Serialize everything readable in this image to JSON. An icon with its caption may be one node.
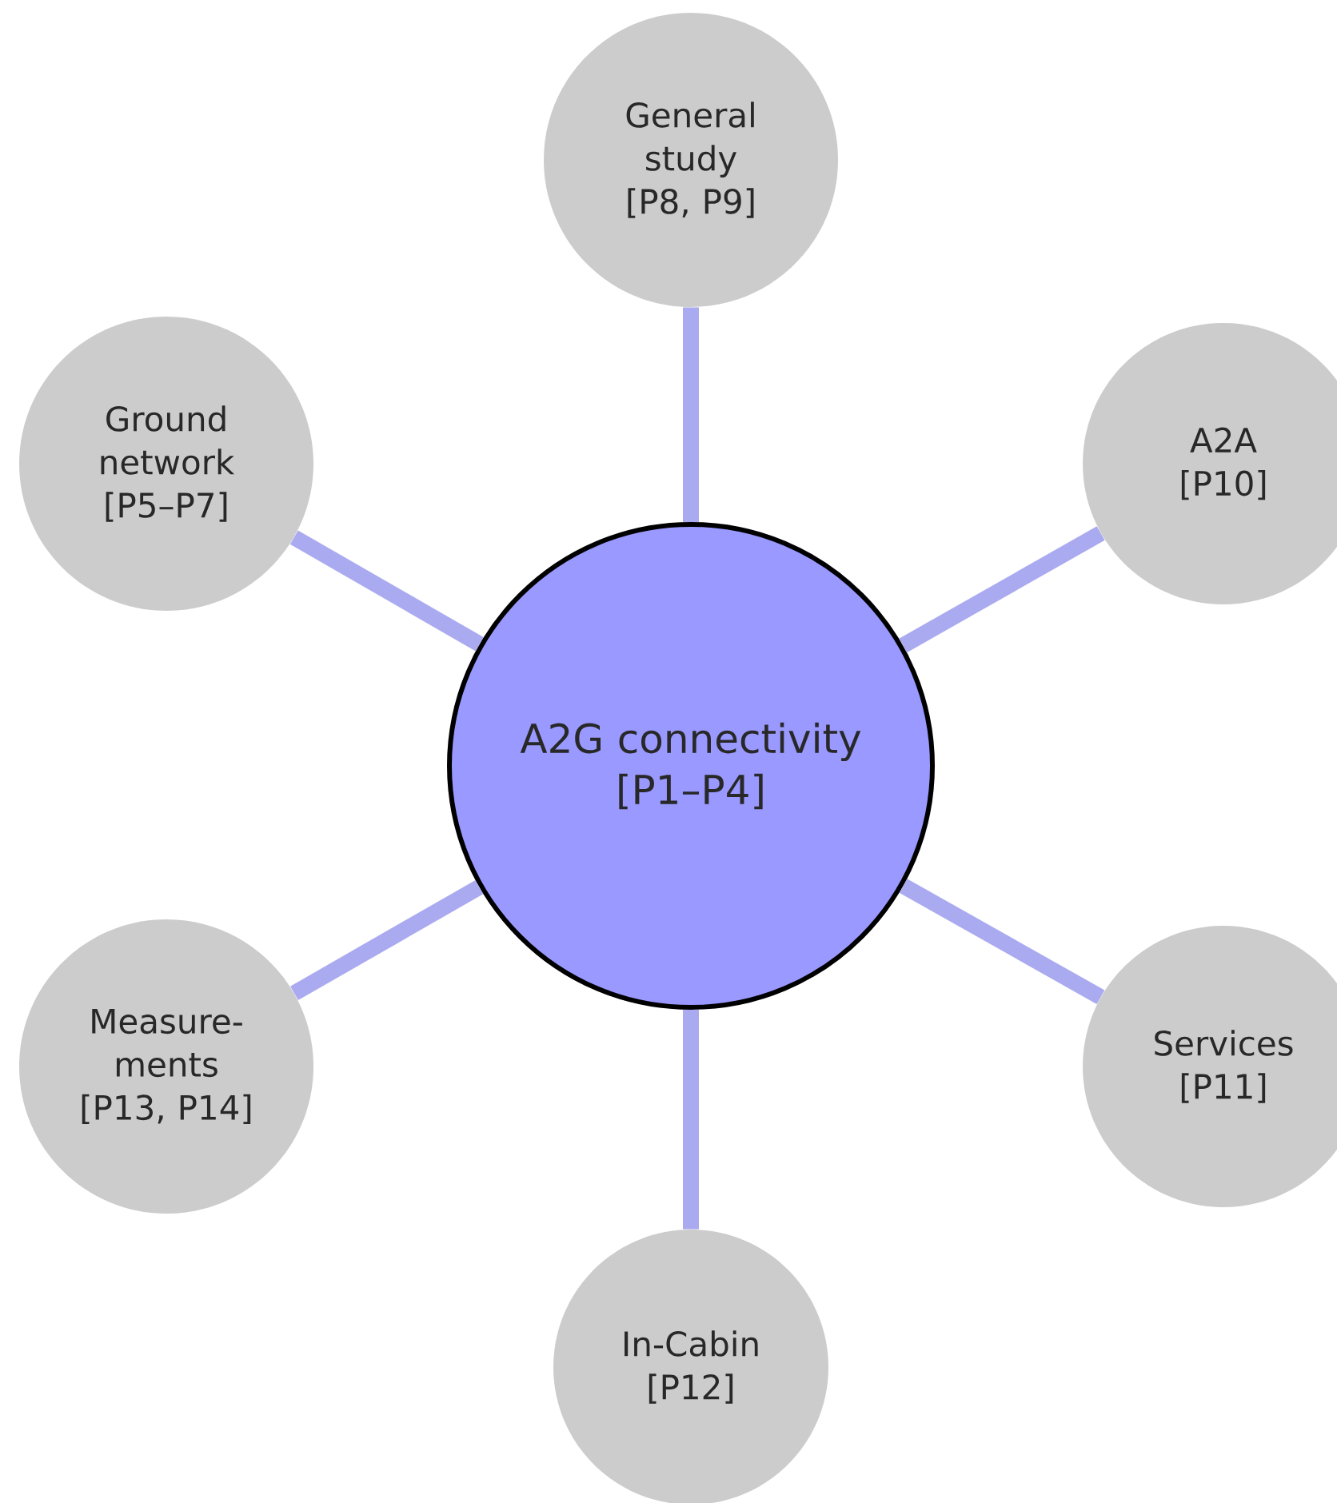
{
  "diagram": {
    "nodes": [
      {
        "text": [
          "A2G connectivity",
          "[P1–P4]"
        ]
      },
      {
        "text": [
          "General study",
          "[P8, P9]"
        ]
      },
      {
        "text": [
          "Ground network",
          "[P5–P7]"
        ]
      },
      {
        "text": [
          "A2A",
          "[P10]"
        ]
      },
      {
        "text": [
          "Measure- ments",
          "[P13, P14]"
        ]
      },
      {
        "text": [
          "Services",
          "[P11]"
        ]
      },
      {
        "text": [
          "In-Cabin",
          "[P12]"
        ]
      }
    ],
    "edges": [
      {
        "from": 0,
        "to": 1,
        "arrow": "none"
      },
      {
        "from": 0,
        "to": 2,
        "arrow": "none"
      },
      {
        "from": 0,
        "to": 3,
        "arrow": "none"
      },
      {
        "from": 0,
        "to": 4,
        "arrow": "none"
      },
      {
        "from": 0,
        "to": 5,
        "arrow": "none"
      },
      {
        "from": 0,
        "to": 6,
        "arrow": "none"
      }
    ]
  }
}
